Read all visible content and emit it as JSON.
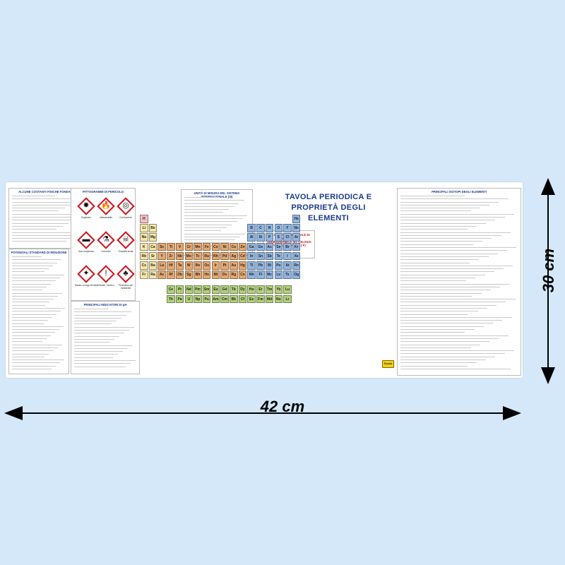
{
  "poster": {
    "title_line1": "TAVOLA PERIODICA E",
    "title_line2": "PROPRIETÀ DEGLI ELEMENTI",
    "panels": {
      "constants": "ALCUNE COSTANTI FISICHE FONDAMENTALI",
      "pictograms": "PITTOGRAMMI DI PERICOLO",
      "potentials": "POTENZIALI STANDARD DI RIDUZIONE",
      "indicators": "PRINCIPALI INDICATORI DI pH",
      "units": "UNITÀ DI MISURA DEL SISTEMA INTERNAZIONALE (SI)",
      "isotopes": "PRINCIPALI ISOTOPI DEGLI ELEMENTI",
      "relations": "RELAZIONI TRA LE SCALE DI TEMPERATURA TERMODINAMICA (K), CELSIUS (°C) E FAHRENHEIT (°F)"
    },
    "hazards": [
      {
        "label": "Esplosivo",
        "symbol": "✸"
      },
      {
        "label": "Infiammabile",
        "symbol": "🔥"
      },
      {
        "label": "Comburente",
        "symbol": "◎"
      },
      {
        "label": "Gas compresso",
        "symbol": "▬"
      },
      {
        "label": "Corrosivo",
        "symbol": "⚗"
      },
      {
        "label": "Tossicità acuta",
        "symbol": "☠"
      },
      {
        "label": "Tossico a lungo termine",
        "symbol": "✦"
      },
      {
        "label": "Irritante / Nocivo",
        "symbol": "!"
      },
      {
        "label": "Pericoloso per l'ambiente",
        "symbol": "♣"
      }
    ],
    "elements": {
      "row1": [
        "H",
        "He"
      ],
      "row2": [
        "Li",
        "Be",
        "B",
        "C",
        "N",
        "O",
        "F",
        "Ne"
      ],
      "row3": [
        "Na",
        "Mg",
        "Al",
        "Si",
        "P",
        "S",
        "Cl",
        "Ar"
      ],
      "row4": [
        "K",
        "Ca",
        "Sc",
        "Ti",
        "V",
        "Cr",
        "Mn",
        "Fe",
        "Co",
        "Ni",
        "Cu",
        "Zn",
        "Ga",
        "Ge",
        "As",
        "Se",
        "Br",
        "Kr"
      ],
      "row5": [
        "Rb",
        "Sr",
        "Y",
        "Zr",
        "Nb",
        "Mo",
        "Tc",
        "Ru",
        "Rh",
        "Pd",
        "Ag",
        "Cd",
        "In",
        "Sn",
        "Sb",
        "Te",
        "I",
        "Xe"
      ],
      "row6": [
        "Cs",
        "Ba",
        "La",
        "Hf",
        "Ta",
        "W",
        "Re",
        "Os",
        "Ir",
        "Pt",
        "Au",
        "Hg",
        "Tl",
        "Pb",
        "Bi",
        "Po",
        "At",
        "Rn"
      ],
      "row7": [
        "Fr",
        "Ra",
        "Ac",
        "Rf",
        "Db",
        "Sg",
        "Bh",
        "Hs",
        "Mt",
        "Ds",
        "Rg",
        "Cn",
        "Nh",
        "Fl",
        "Mc",
        "Lv",
        "Ts",
        "Og"
      ],
      "lanthanides": [
        "Ce",
        "Pr",
        "Nd",
        "Pm",
        "Sm",
        "Eu",
        "Gd",
        "Tb",
        "Dy",
        "Ho",
        "Er",
        "Tm",
        "Yb",
        "Lu"
      ],
      "actinides": [
        "Th",
        "Pa",
        "U",
        "Np",
        "Pu",
        "Am",
        "Cm",
        "Bk",
        "Cf",
        "Es",
        "Fm",
        "Md",
        "No",
        "Lr"
      ]
    },
    "colors": {
      "s_block": "#f6e7a8",
      "d_block": "#e9a86e",
      "p_block": "#8fb6e4",
      "f_block": "#b2d27a",
      "h_cell": "#f3c0c0"
    },
    "logo": "Scuola"
  },
  "dimensions": {
    "width_label": "42 cm",
    "height_label": "30 cm"
  }
}
